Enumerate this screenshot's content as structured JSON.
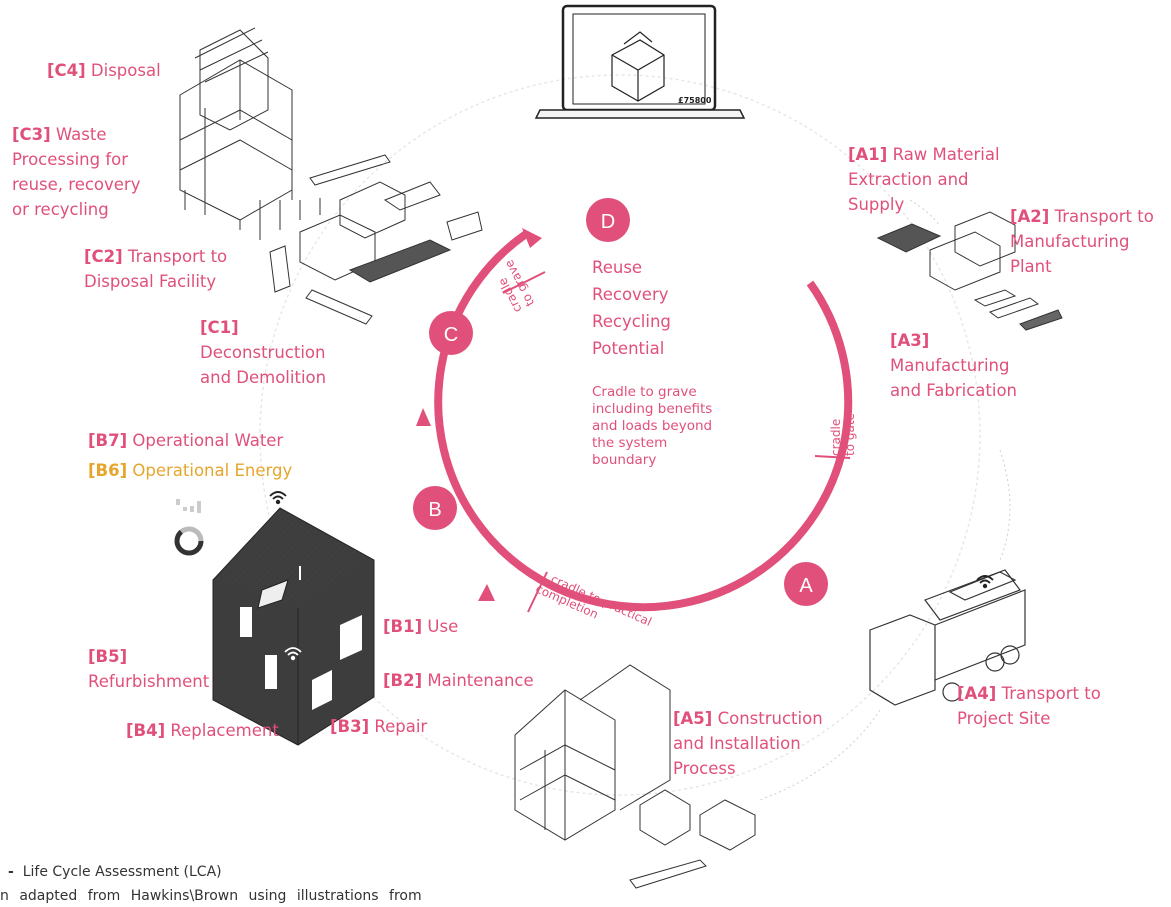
{
  "stages": {
    "c4": {
      "code": "[C4]",
      "text": "Disposal"
    },
    "c3": {
      "code": "[C3]",
      "text": "Waste",
      "lines": [
        "Processing for",
        "reuse, recovery",
        "or recycling"
      ]
    },
    "c2": {
      "code": "[C2]",
      "text": "Transport to",
      "lines": [
        "Disposal Facility"
      ]
    },
    "c1": {
      "code": "[C1]",
      "lines": [
        "Deconstruction",
        "and Demolition"
      ]
    },
    "b7": {
      "code": "[B7]",
      "text": "Operational Water"
    },
    "b6": {
      "code": "[B6]",
      "text": "Operational Energy"
    },
    "b5": {
      "code": "[B5]",
      "lines": [
        "Refurbishment"
      ]
    },
    "b4": {
      "code": "[B4]",
      "text": "Replacement"
    },
    "b3": {
      "code": "[B3]",
      "text": "Repair"
    },
    "b2": {
      "code": "[B2]",
      "text": "Maintenance"
    },
    "b1": {
      "code": "[B1]",
      "text": "Use"
    },
    "a1": {
      "code": "[A1]",
      "text": "Raw Material",
      "lines": [
        "Extraction and",
        "Supply"
      ]
    },
    "a2": {
      "code": "[A2]",
      "text": "Transport to",
      "lines": [
        "Manufacturing",
        "Plant"
      ]
    },
    "a3": {
      "code": "[A3]",
      "lines": [
        "Manufacturing",
        "and Fabrication"
      ]
    },
    "a4": {
      "code": "[A4]",
      "text": "Transport to",
      "lines": [
        "Project Site"
      ]
    },
    "a5": {
      "code": "[A5]",
      "text": "Construction",
      "lines": [
        "and Installation",
        "Process"
      ]
    }
  },
  "nodes": {
    "a": "A",
    "b": "B",
    "c": "C",
    "d": "D"
  },
  "center": {
    "lines": [
      "Reuse",
      "Recovery",
      "Recycling",
      "Potential"
    ],
    "note": [
      "Cradle to grave",
      "including benefits",
      "and loads beyond",
      "the system",
      "boundary"
    ]
  },
  "cycle_labels": {
    "gate": [
      "cradle",
      "to gate"
    ],
    "grave": [
      "cradle",
      "to grave"
    ],
    "practical": [
      "cradle to practical",
      "completion"
    ]
  },
  "laptop_price": "£75800",
  "caption": {
    "title_prefix": "-",
    "title": "Life Cycle Assessment (LCA)",
    "source": "n adapted from Hawkins\\Brown using illustrations from"
  },
  "colors": {
    "accent": "#e0507a",
    "energy": "#e6a52b",
    "sketch": "#333333"
  },
  "icons": [
    "wifi-icon",
    "laptop-icon",
    "battery-icon",
    "signal-bars-icon"
  ]
}
